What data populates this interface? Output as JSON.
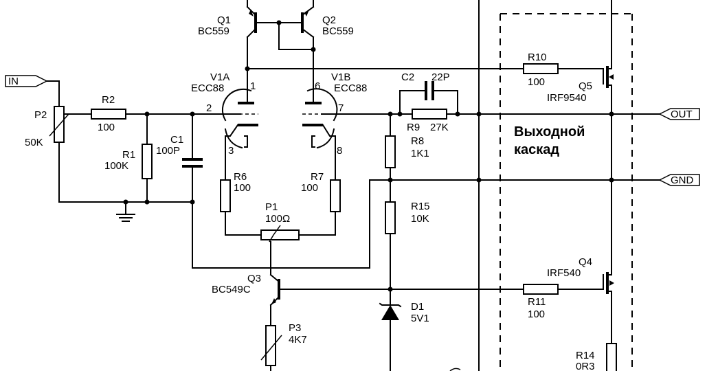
{
  "ports": {
    "in": "IN",
    "out": "OUT",
    "gnd": "GND"
  },
  "labels": {
    "q1_name": "Q1",
    "q1_type": "BC559",
    "q2_name": "Q2",
    "q2_type": "BC559",
    "v1a_name": "V1A",
    "v1a_type": "ECC88",
    "v1b_name": "V1B",
    "v1b_type": "ECC88",
    "c2_name": "C2",
    "c2_val": "22P",
    "r10_name": "R10",
    "r10_val": "100",
    "q5_name": "Q5",
    "q5_type": "IRF9540",
    "p2_name": "P2",
    "p2_val": "50K",
    "r2_name": "R2",
    "r2_val": "100",
    "r1_name": "R1",
    "r1_val": "100K",
    "c1_name": "C1",
    "c1_val": "100P",
    "r9_name": "R9",
    "r9_val": "27K",
    "r8_name": "R8",
    "r8_val": "1K1",
    "r6_name": "R6",
    "r6_val": "100",
    "r7_name": "R7",
    "r7_val": "100",
    "p1_name": "P1",
    "p1_val": "100Ω",
    "r15_name": "R15",
    "r15_val": "10K",
    "q3_name": "Q3",
    "q3_type": "BC549C",
    "q4_name": "Q4",
    "q4_type": "IRF540",
    "r11_name": "R11",
    "r11_val": "100",
    "d1_name": "D1",
    "d1_val": "5V1",
    "p3_name": "P3",
    "p3_val": "4K7",
    "r14_name": "R14",
    "r14_val": "0R3",
    "pin1": "1",
    "pin2": "2",
    "pin3": "3",
    "pin6": "6",
    "pin7": "7",
    "pin8": "8",
    "stage_line1": "Выходной",
    "stage_line2": "каскад"
  }
}
